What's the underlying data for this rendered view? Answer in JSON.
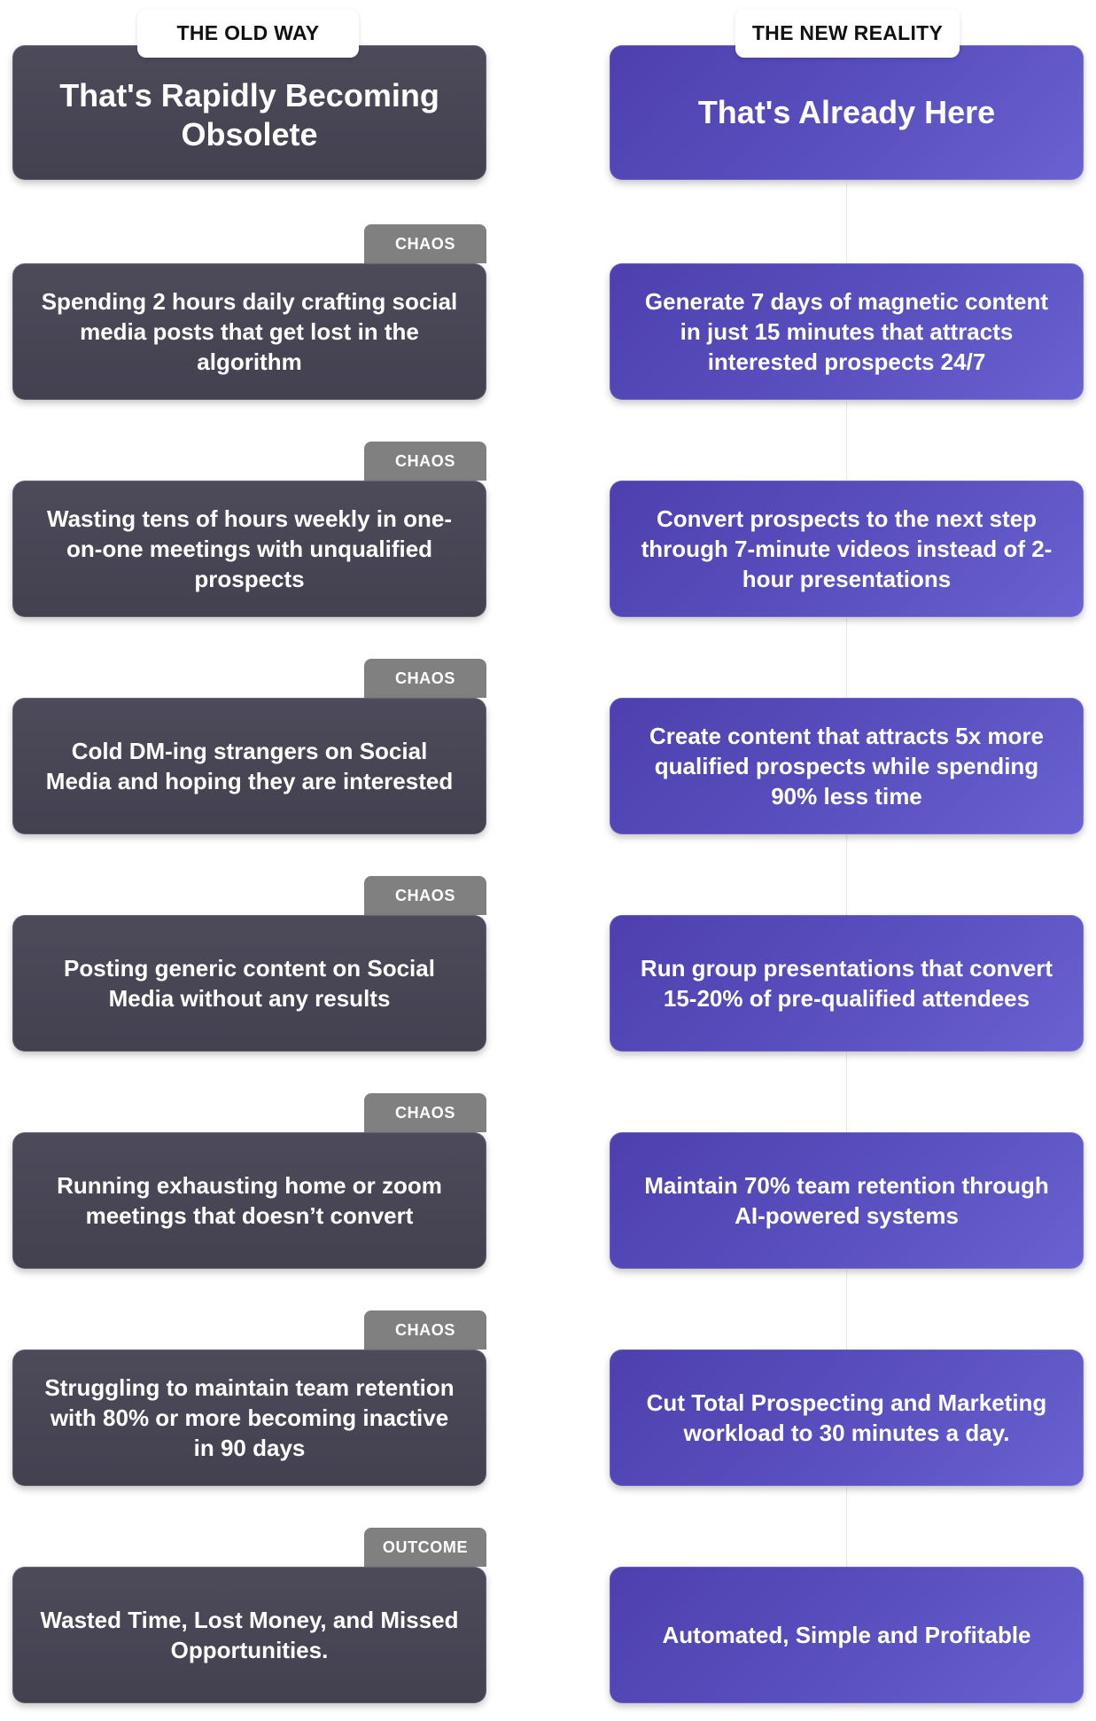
{
  "old_way": {
    "header": "THE OLD WAY",
    "title": "That's Rapidly Becoming Obsolete",
    "items": [
      {
        "badge": "CHAOS",
        "text": "Spending 2 hours daily crafting social media posts that get lost in the algorithm"
      },
      {
        "badge": "CHAOS",
        "text": "Wasting tens of hours weekly in one-on-one meetings with unqualified prospects"
      },
      {
        "badge": "CHAOS",
        "text": "Cold DM-ing strangers on Social Media and hoping they are interested"
      },
      {
        "badge": "CHAOS",
        "text": "Posting generic content on Social Media without any results"
      },
      {
        "badge": "CHAOS",
        "text": "Running exhausting home or zoom meetings that doesn’t convert"
      },
      {
        "badge": "CHAOS",
        "text": "Struggling to maintain team retention with 80% or more becoming inactive in 90 days"
      },
      {
        "badge": "OUTCOME",
        "text": "Wasted Time, Lost Money, and Missed Opportunities."
      }
    ]
  },
  "new_reality": {
    "header": "THE NEW REALITY",
    "title": "That's Already Here",
    "items": [
      {
        "text": "Generate 7 days of magnetic content in just 15 minutes that attracts interested prospects 24/7"
      },
      {
        "text": "Convert prospects to the next step through 7-minute videos instead of 2-hour presentations"
      },
      {
        "text": "Create content that attracts 5x more qualified prospects while spending 90% less time"
      },
      {
        "text": "Run group presentations that convert 15-20% of pre-qualified attendees"
      },
      {
        "text": "Maintain 70% team retention through AI-powered systems"
      },
      {
        "text": "Cut Total Prospecting and Marketing workload to 30 minutes a day."
      },
      {
        "text": "Automated, Simple and Profitable"
      }
    ]
  }
}
